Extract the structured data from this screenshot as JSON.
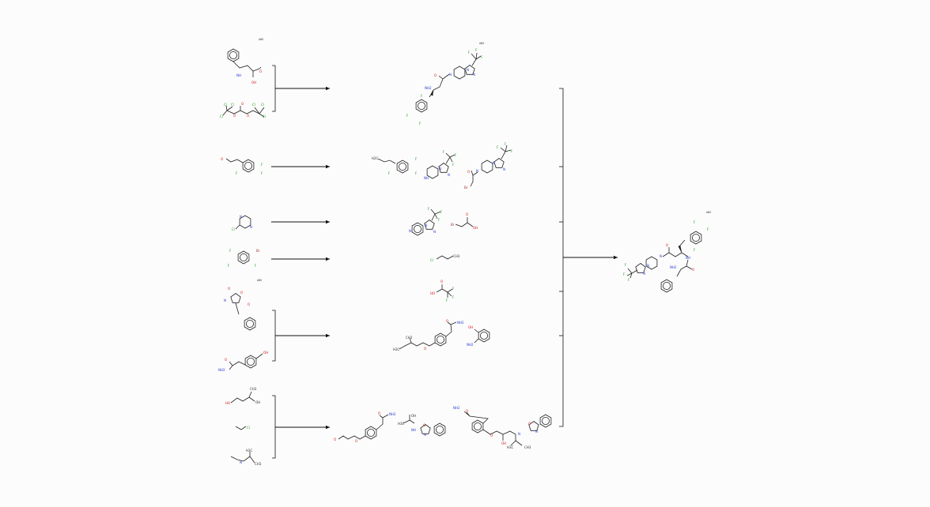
{
  "abs_label": "ABS",
  "atoms": {
    "O": "O",
    "OH": "OH",
    "HO": "HO",
    "NH": "NH",
    "NH2": "NH2",
    "N": "N",
    "F": "F",
    "Cl": "Cl",
    "Br": "Br",
    "CH3": "CH3",
    "H3C": "H3C",
    "H2C": "H2C"
  },
  "colors": {
    "oxygen": "#d42020",
    "nitrogen": "#2a3fd0",
    "fluorine": "#1a9a1a",
    "chlorine": "#1ea01e",
    "bromine": "#a52a2a",
    "bond": "#222222"
  }
}
